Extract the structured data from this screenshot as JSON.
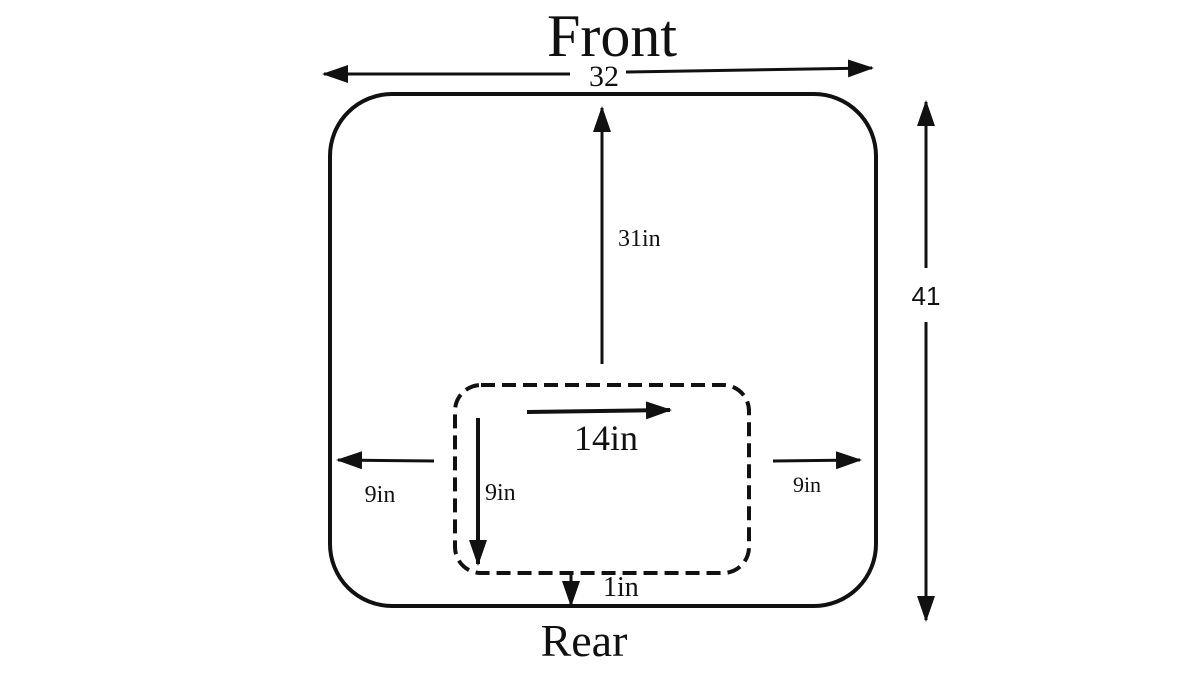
{
  "labels": {
    "front": "Front",
    "rear": "Rear",
    "width": "32",
    "depth": "41",
    "front_distance": "31in",
    "cutout_width": "14in",
    "cutout_height": "9in",
    "left_distance": "9in",
    "right_distance": "9in",
    "rear_distance": "1in"
  },
  "colors": {
    "ink": "#111111",
    "background": "#ffffff"
  }
}
